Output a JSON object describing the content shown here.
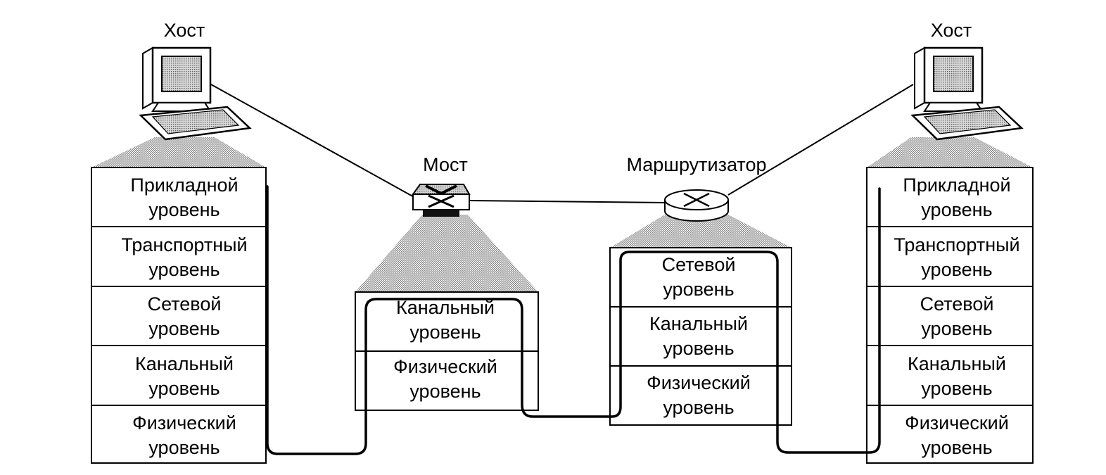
{
  "devices": {
    "host_left": {
      "label": "Хост",
      "layers": [
        [
          "Прикладной",
          "уровень"
        ],
        [
          "Транспортный",
          "уровень"
        ],
        [
          "Сетевой",
          "уровень"
        ],
        [
          "Канальный",
          "уровень"
        ],
        [
          "Физический",
          "уровень"
        ]
      ]
    },
    "bridge": {
      "label": "Мост",
      "layers": [
        [
          "Канальный",
          "уровень"
        ],
        [
          "Физический",
          "уровень"
        ]
      ]
    },
    "router": {
      "label": "Маршрутизатор",
      "layers": [
        [
          "Сетевой",
          "уровень"
        ],
        [
          "Канальный",
          "уровень"
        ],
        [
          "Физический",
          "уровень"
        ]
      ]
    },
    "host_right": {
      "label": "Хост",
      "layers": [
        [
          "Прикладной",
          "уровень"
        ],
        [
          "Транспортный",
          "уровень"
        ],
        [
          "Сетевой",
          "уровень"
        ],
        [
          "Канальный",
          "уровень"
        ],
        [
          "Физический",
          "уровень"
        ]
      ]
    }
  },
  "colors": {
    "line": "#000000",
    "hatch": "#9a9a9a",
    "background": "#ffffff"
  },
  "icons": {
    "host": "computer-icon",
    "bridge": "bridge-icon",
    "router": "router-icon"
  }
}
